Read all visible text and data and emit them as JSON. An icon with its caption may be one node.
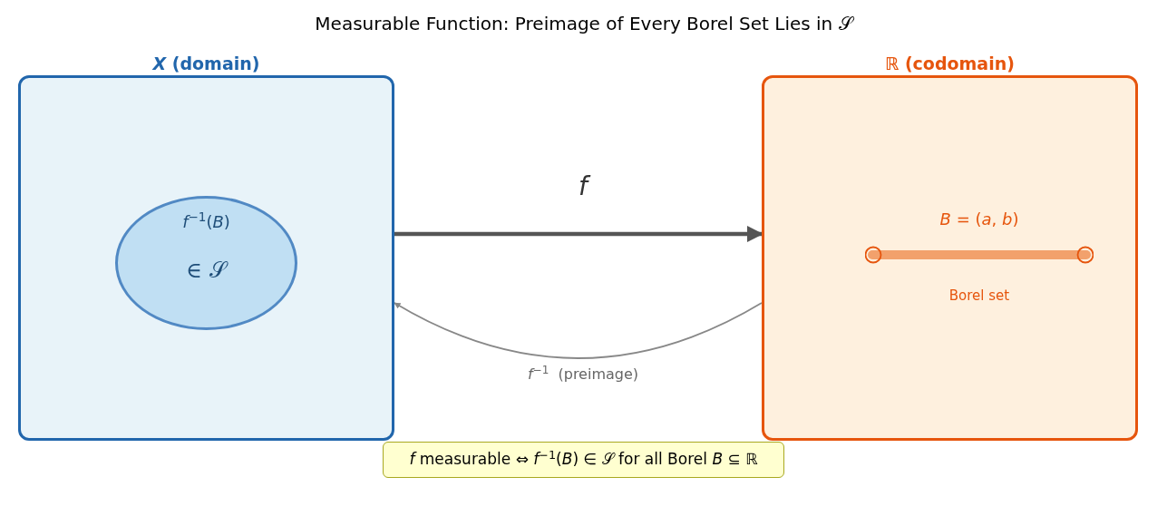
{
  "diagram": {
    "title": "Measurable Function: Preimage of Every Borel Set Lies in 𝒮",
    "nodes": [
      {
        "text": [
          "*X* (domain)"
        ]
      },
      {
        "text": [
          "*f*$^{−1}$(*B*)",
          "∈ 𝒮"
        ],
        "in": 0
      },
      {
        "text": [
          "ℝ (codomain)"
        ]
      },
      {
        "text": [
          "*B* = (*a*, *b*)",
          "Borel set"
        ],
        "in": 2
      },
      {
        "text": [
          "*f* measurable ⇔ *f*$^{−1}$(*B*) ∈ 𝒮 for all Borel *B* ⊆ ℝ"
        ]
      }
    ],
    "edges": [
      {
        "from": 0,
        "to": 2,
        "arrow": "to",
        "label": "*f*",
        "style": "thick",
        "color": "#555555"
      },
      {
        "from": 2,
        "to": 0,
        "arrow": "to",
        "label": "*f*$^{−1}$  (preimage)",
        "color": "#888888"
      }
    ]
  }
}
